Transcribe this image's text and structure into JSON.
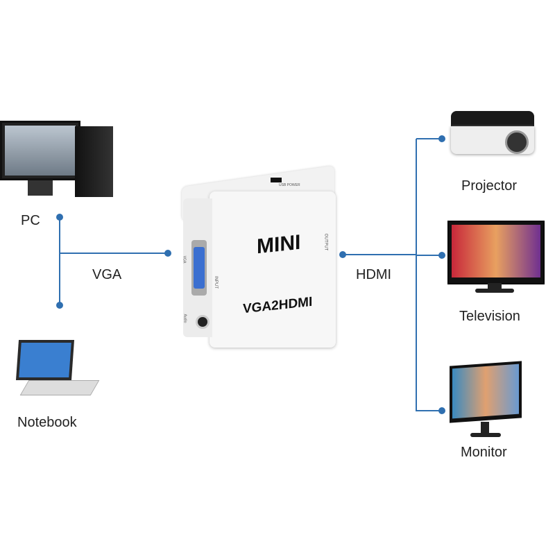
{
  "left": {
    "pc_label": "PC",
    "vga_label": "VGA",
    "notebook_label": "Notebook"
  },
  "center": {
    "brand": "MINI",
    "model": "VGA2HDMI",
    "input_label": "INPUT",
    "output_label": "OUTPUT",
    "vga_port_label": "VGA",
    "audio_label": "Audio",
    "usb_label": "USB POWER"
  },
  "right": {
    "hdmi_label": "HDMI",
    "projector_label": "Projector",
    "television_label": "Television",
    "monitor_label": "Monitor"
  },
  "colors": {
    "line": "#2f6fb0",
    "vga_port": "#3b6fd0"
  }
}
